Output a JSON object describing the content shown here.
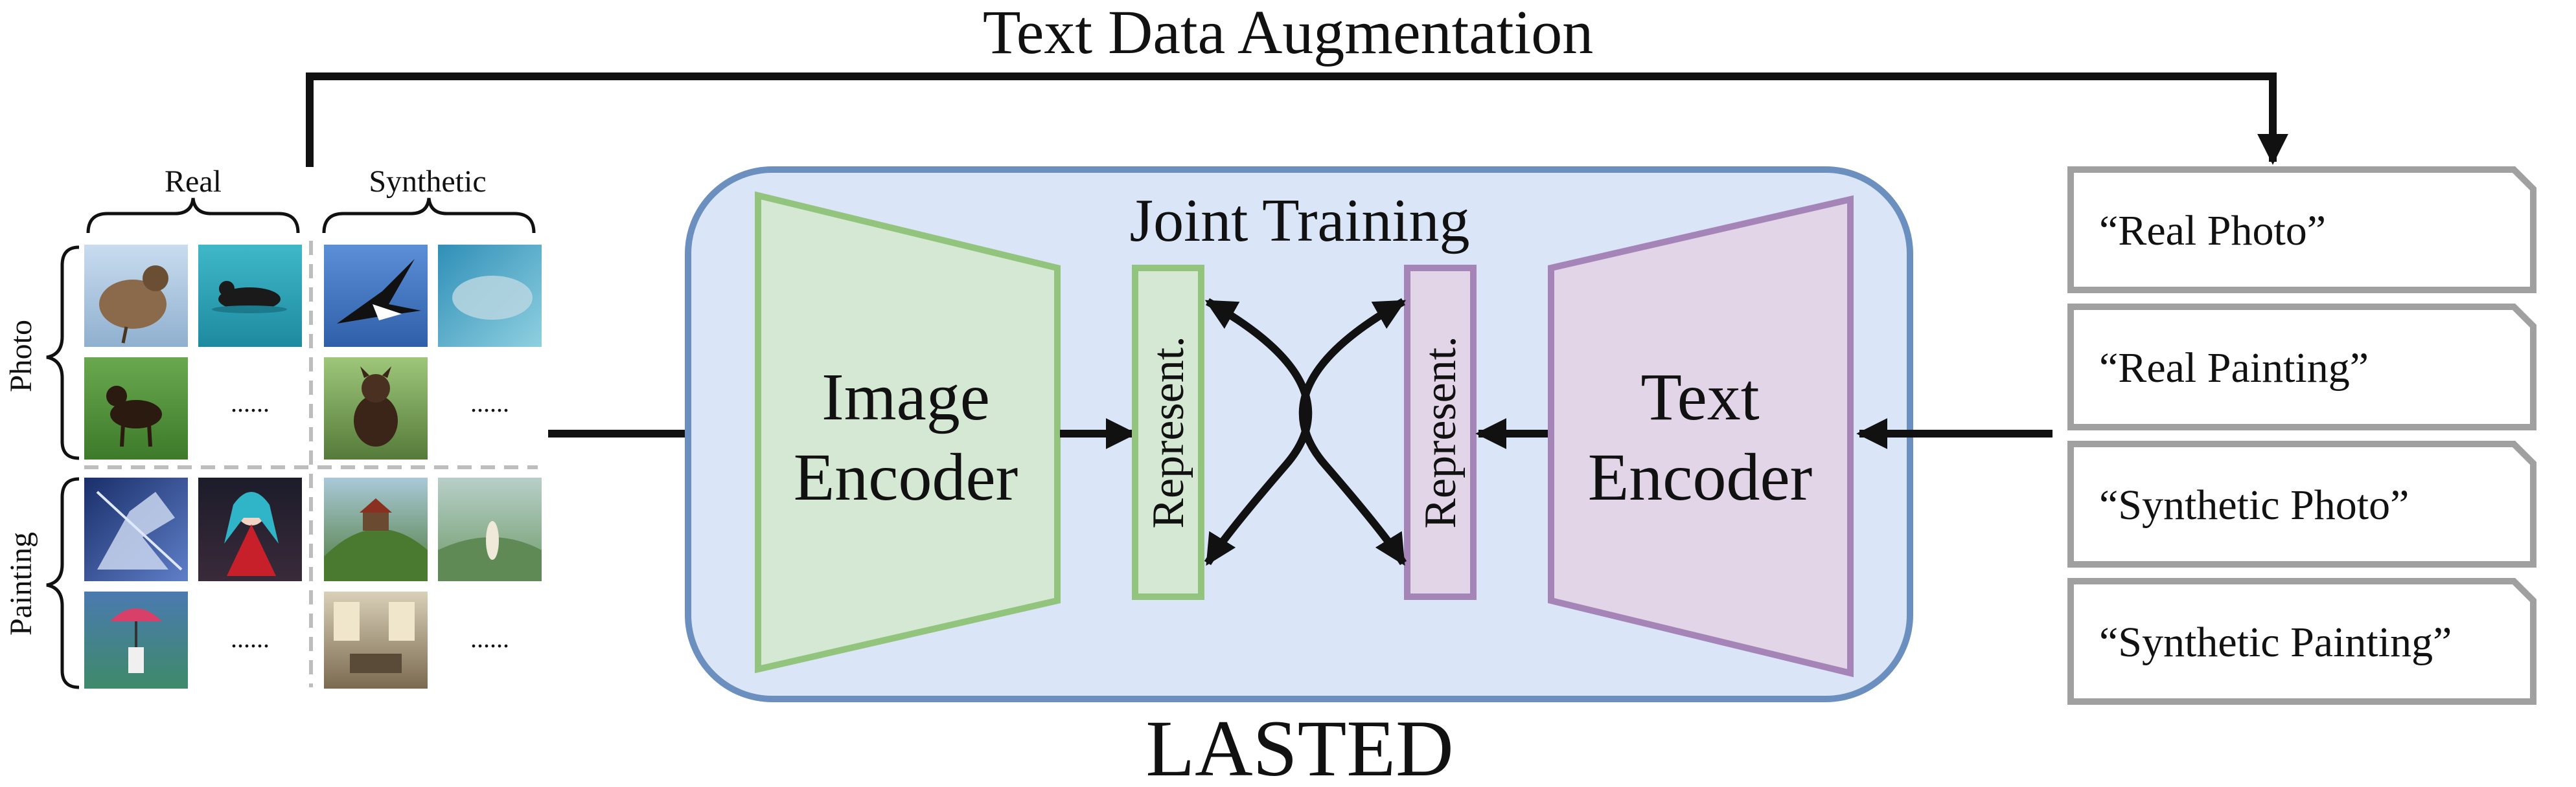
{
  "diagram": {
    "title": "Text Data Augmentation",
    "model_name": "LASTED",
    "joint_training_label": "Joint Training",
    "image_encoder": {
      "line1": "Image",
      "line2": "Encoder"
    },
    "text_encoder": {
      "line1": "Text",
      "line2": "Encoder"
    },
    "representation_label": "Represent.",
    "columns": {
      "real": "Real",
      "synthetic": "Synthetic"
    },
    "rows": {
      "photo": "Photo",
      "painting": "Painting"
    },
    "ellipsis": "......",
    "prompts": [
      "“Real Photo”",
      "“Real Painting”",
      "“Synthetic Photo”",
      "“Synthetic Painting”"
    ],
    "thumbnails": {
      "real_photo": [
        "quail",
        "swimming-duck",
        "dog-on-grass"
      ],
      "synthetic_photo": [
        "flying-magpie",
        "manatee-underwater",
        "dog-in-garden"
      ],
      "real_painting": [
        "mecha-robot",
        "anime-girl-red-dress",
        "child-with-umbrella-in-rain"
      ],
      "synthetic_painting": [
        "hillside-cottage",
        "figure-in-meadow",
        "interior-scene"
      ]
    },
    "colors": {
      "joint_bg": "#dae6f8",
      "joint_border": "#6b8fbf",
      "image_encoder_fill": "#d5e8d4",
      "image_encoder_stroke": "#93c47d",
      "text_encoder_fill": "#e1d5e7",
      "text_encoder_stroke": "#a584b8",
      "prompt_border": "#a0a0a0",
      "arrow": "#111111"
    }
  }
}
